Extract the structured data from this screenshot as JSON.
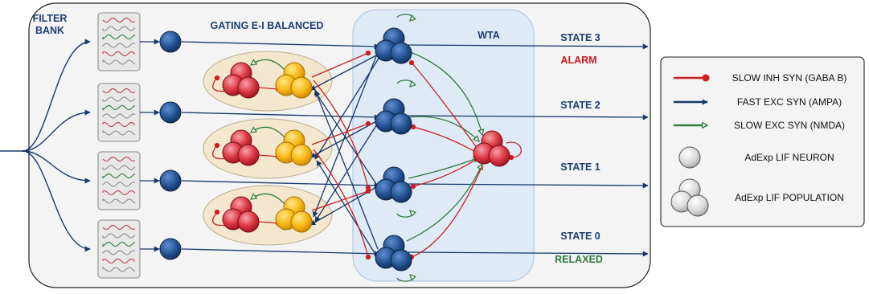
{
  "labels": {
    "filter_bank_line1": "FILTER",
    "filter_bank_line2": "BANK",
    "gating": "GATING E-I BALANCED",
    "wta": "WTA",
    "states": [
      "STATE 3",
      "STATE 2",
      "STATE 1",
      "STATE 0"
    ],
    "alarm": "ALARM",
    "relaxed": "RELAXED"
  },
  "legend": {
    "items": [
      {
        "label": "SLOW INH SYN (GABA B)",
        "symbol": "inhibitory-synapse"
      },
      {
        "label": "FAST EXC SYN (AMPA)",
        "symbol": "fast-excitatory-synapse"
      },
      {
        "label": "SLOW EXC SYN (NMDA)",
        "symbol": "slow-excitatory-synapse"
      },
      {
        "label": "AdExp LIF NEURON",
        "symbol": "single-neuron"
      },
      {
        "label": "AdExp LIF POPULATION",
        "symbol": "neuron-population"
      }
    ]
  },
  "colors": {
    "inhibitory": "#cc1f1f",
    "excitatory_fast": "#16386a",
    "excitatory_slow": "#2f7d3c",
    "neuron_blue": "#1d4f8c",
    "neuron_red": "#d62a36",
    "neuron_yellow": "#f5b30f",
    "wta_panel": "#dfeaf7",
    "gating_panel": "#f3e8cf",
    "alarm_text": "#c81e1e",
    "relaxed_text": "#2b7a3a",
    "title_text": "#1d3f73"
  }
}
